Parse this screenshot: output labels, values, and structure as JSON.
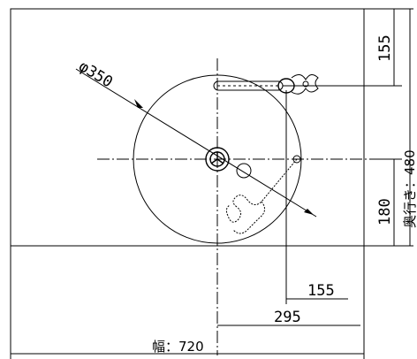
{
  "drawing": {
    "diameter_label": "φ350",
    "dim_top_right": "155",
    "dim_bottom_right": "180",
    "depth_label": "奥行き：480",
    "dim_bottom_1": "155",
    "dim_bottom_2": "295",
    "width_label": "幅：720"
  }
}
